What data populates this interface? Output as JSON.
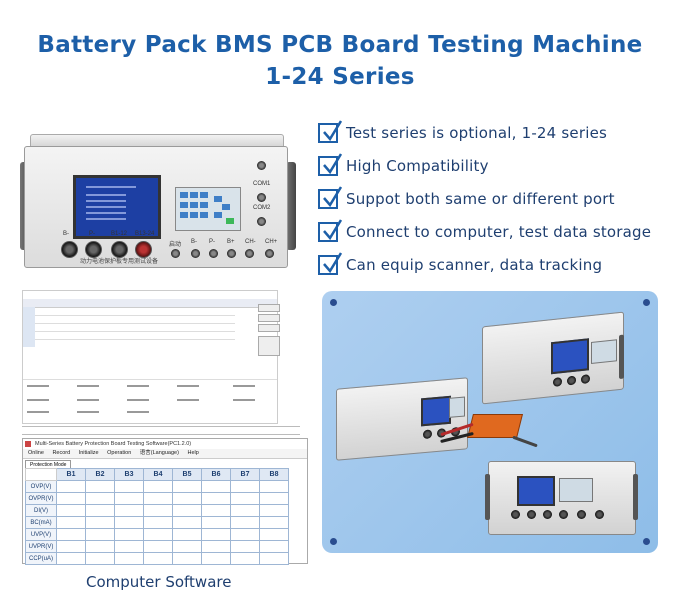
{
  "title": {
    "line1": "Battery Pack BMS PCB Board Testing Machine",
    "line2": "1-24 Series"
  },
  "features": [
    "Test series is optional, 1-24 series",
    "High Compatibility",
    "Suppot both same or different port",
    "Connect to computer, test data storage",
    "Can equip scanner, data tracking"
  ],
  "machine": {
    "port_labels": [
      "B-",
      "P-",
      "B1-12",
      "B13-24"
    ],
    "right_labels": [
      "启动",
      "B-",
      "P-",
      "B+",
      "CH-",
      "CH+"
    ],
    "com_labels": [
      "COM1",
      "COM2"
    ],
    "caption": "动力电池保护板专用测试设备"
  },
  "software": {
    "title": "Multi-Series Battery Protection Board Testing Software(PC1.2.0)",
    "menu": [
      "Online",
      "Record",
      "Initialize",
      "Operation",
      "语言(Language)",
      "Help"
    ],
    "tab": "Protection Mode",
    "columns": [
      "B1",
      "B2",
      "B3",
      "B4",
      "B5",
      "B6",
      "B7",
      "B8"
    ],
    "rows": [
      "OVP(V)",
      "OVPR(V)",
      "DI(V)",
      "BC(mA)",
      "UVP(V)",
      "UVPR(V)",
      "CCP(uA)"
    ]
  },
  "caption": "Computer Software",
  "colors": {
    "title_blue": "#1d5fa8",
    "feature_text": "#1f3f70",
    "photo_bg": "#9cc6ec"
  }
}
